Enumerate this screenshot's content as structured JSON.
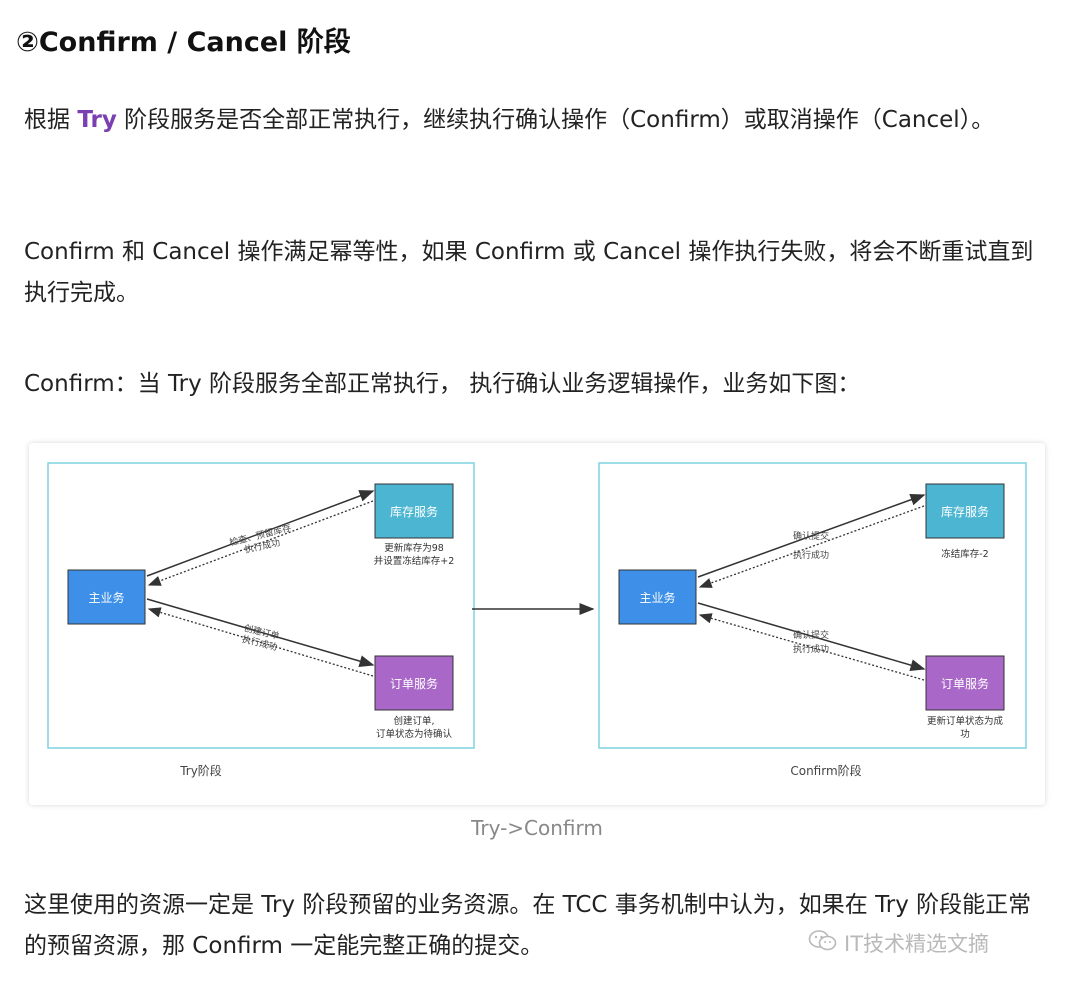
{
  "heading": "②Confirm / Cancel 阶段",
  "p1": {
    "before": "根据 ",
    "highlight": "Try",
    "after": " 阶段服务是否全部正常执行，继续执行确认操作（Confirm）或取消操作（Cancel）。"
  },
  "p2": "Confirm 和 Cancel 操作满足幂等性，如果 Confirm 或 Cancel 操作执行失败，将会不断重试直到执行完成。",
  "p3": "Confirm：当 Try 阶段服务全部正常执行， 执行确认业务逻辑操作，业务如下图：",
  "diagram": {
    "try": {
      "label": "Try阶段",
      "main": "主业务",
      "inventory": "库存服务",
      "order": "订单服务",
      "top_arrow_l1": "检查、预留库存",
      "top_arrow_l2": "执行成功",
      "bottom_arrow_l1": "创建订单",
      "bottom_arrow_l2": "执行成功",
      "inv_note_l1": "更新库存为98",
      "inv_note_l2": "并设置冻结库存+2",
      "order_note_l1": "创建订单,",
      "order_note_l2": "订单状态为待确认"
    },
    "confirm": {
      "label": "Confirm阶段",
      "main": "主业务",
      "inventory": "库存服务",
      "order": "订单服务",
      "top_arrow_l1": "确认提交",
      "top_arrow_l2": "执行成功",
      "bottom_arrow_l1": "确认提交",
      "bottom_arrow_l2": "执行成功",
      "inv_note": "冻结库存-2",
      "order_note_l1": "更新订单状态为成",
      "order_note_l2": "功"
    },
    "colors": {
      "frame": "#7fd3e0",
      "main": "#3d8fe8",
      "inventory": "#4cb6d2",
      "order": "#a968c8"
    }
  },
  "caption": "Try->Confirm",
  "p4": "这里使用的资源一定是 Try 阶段预留的业务资源。在 TCC 事务机制中认为，如果在 Try 阶段能正常的预留资源，那 Confirm 一定能完整正确的提交。",
  "watermark": "IT技术精选文摘"
}
